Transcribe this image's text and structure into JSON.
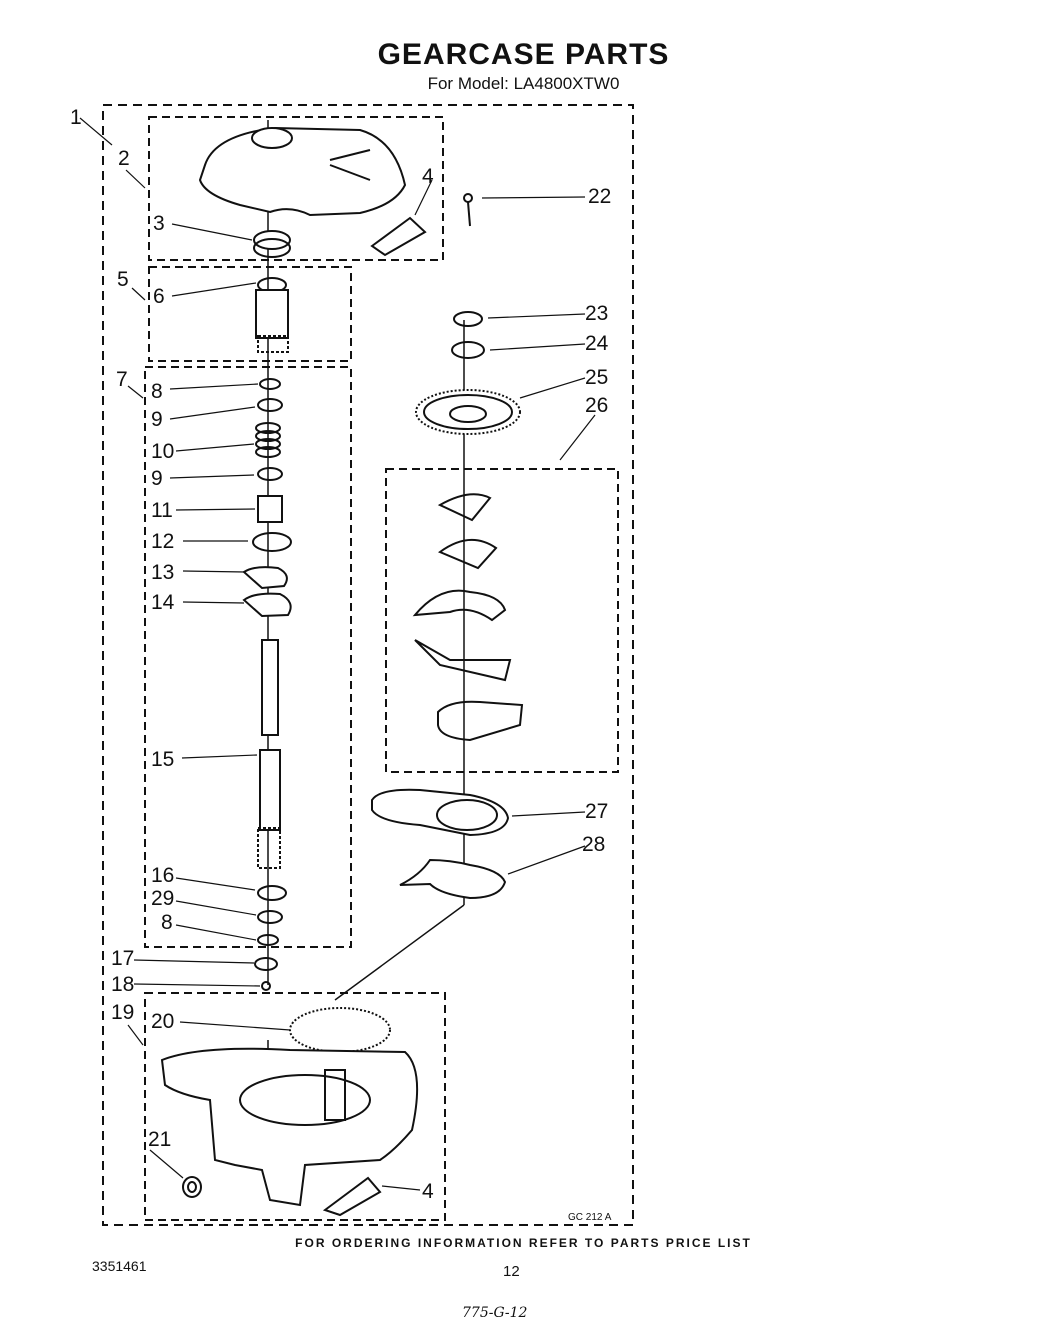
{
  "header": {
    "title": "GEARCASE PARTS",
    "model": "For Model: LA4800XTW0"
  },
  "callouts": [
    "1",
    "2",
    "3",
    "4",
    "5",
    "6",
    "7",
    "8",
    "9",
    "10",
    "9",
    "11",
    "12",
    "13",
    "14",
    "15",
    "16",
    "29",
    "8",
    "17",
    "18",
    "19",
    "20",
    "21",
    "4",
    "22",
    "23",
    "24",
    "25",
    "26",
    "27",
    "28"
  ],
  "figure_code": "GC 212 A",
  "footer": {
    "ordering_note": "FOR ORDERING INFORMATION REFER TO PARTS PRICE LIST",
    "doc_number": "3351461",
    "page_number": "12",
    "handwritten": "775-G-12"
  }
}
